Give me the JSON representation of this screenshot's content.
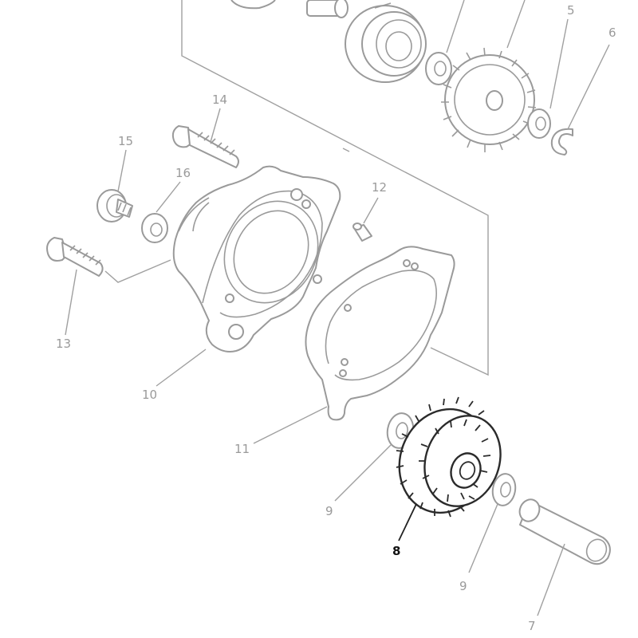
{
  "diagram": {
    "colors": {
      "line": "#9a9a9a",
      "highlight": "#2b2b2b",
      "background": "#ffffff"
    },
    "callouts": {
      "c5": "5",
      "c6": "6",
      "c7": "7",
      "c8": "8",
      "c9a": "9",
      "c9b": "9",
      "c10": "10",
      "c11": "11",
      "c12": "12",
      "c13": "13",
      "c14": "14",
      "c15": "15",
      "c16": "16"
    },
    "highlighted_part": "8"
  }
}
